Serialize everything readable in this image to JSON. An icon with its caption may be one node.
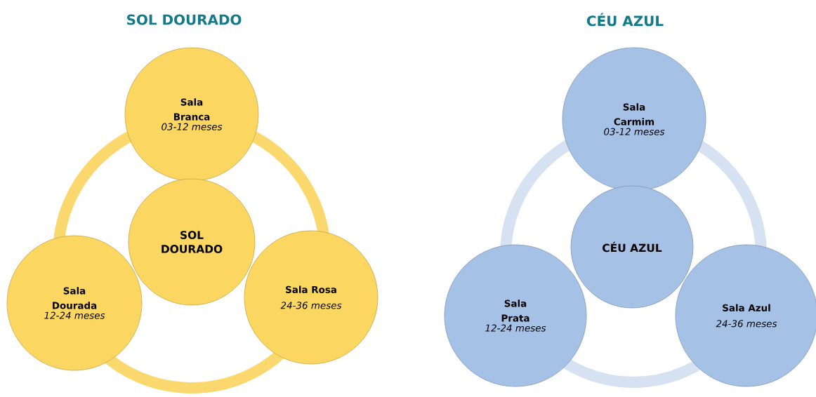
{
  "diagram": {
    "nodes": [
      {
        "text": [
          "Sala Branca",
          "03-12 meses"
        ]
      },
      {
        "text": [
          "SOL DOURADO"
        ]
      },
      {
        "text": [
          "Sala Dourada",
          "12-24 meses"
        ]
      },
      {
        "text": [
          "Sala Rosa",
          "24-36 meses"
        ]
      },
      {
        "text": [
          "Sala Carmim",
          "03-12 meses"
        ]
      },
      {
        "text": [
          "CÉU AZUL"
        ]
      },
      {
        "text": [
          "Sala Prata",
          "12-24 meses"
        ]
      },
      {
        "text": [
          "Sala Azul",
          "24-36 meses"
        ]
      }
    ],
    "labels": [
      "SOL DOURADO",
      "CÉU AZUL"
    ]
  }
}
